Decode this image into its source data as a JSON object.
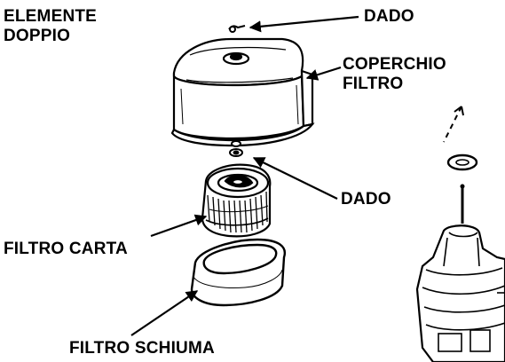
{
  "labels": {
    "elemente_doppio": [
      "ELEMENTE",
      "DOPPIO"
    ],
    "dado_top": "DADO",
    "coperchio_filtro": [
      "COPERCHIO",
      "FILTRO"
    ],
    "dado_mid": "DADO",
    "filtro_carta": "FILTRO CARTA",
    "filtro_schiuma": "FILTRO SCHIUMA"
  },
  "colors": {
    "ink": "#000000",
    "paper": "#ffffff"
  }
}
